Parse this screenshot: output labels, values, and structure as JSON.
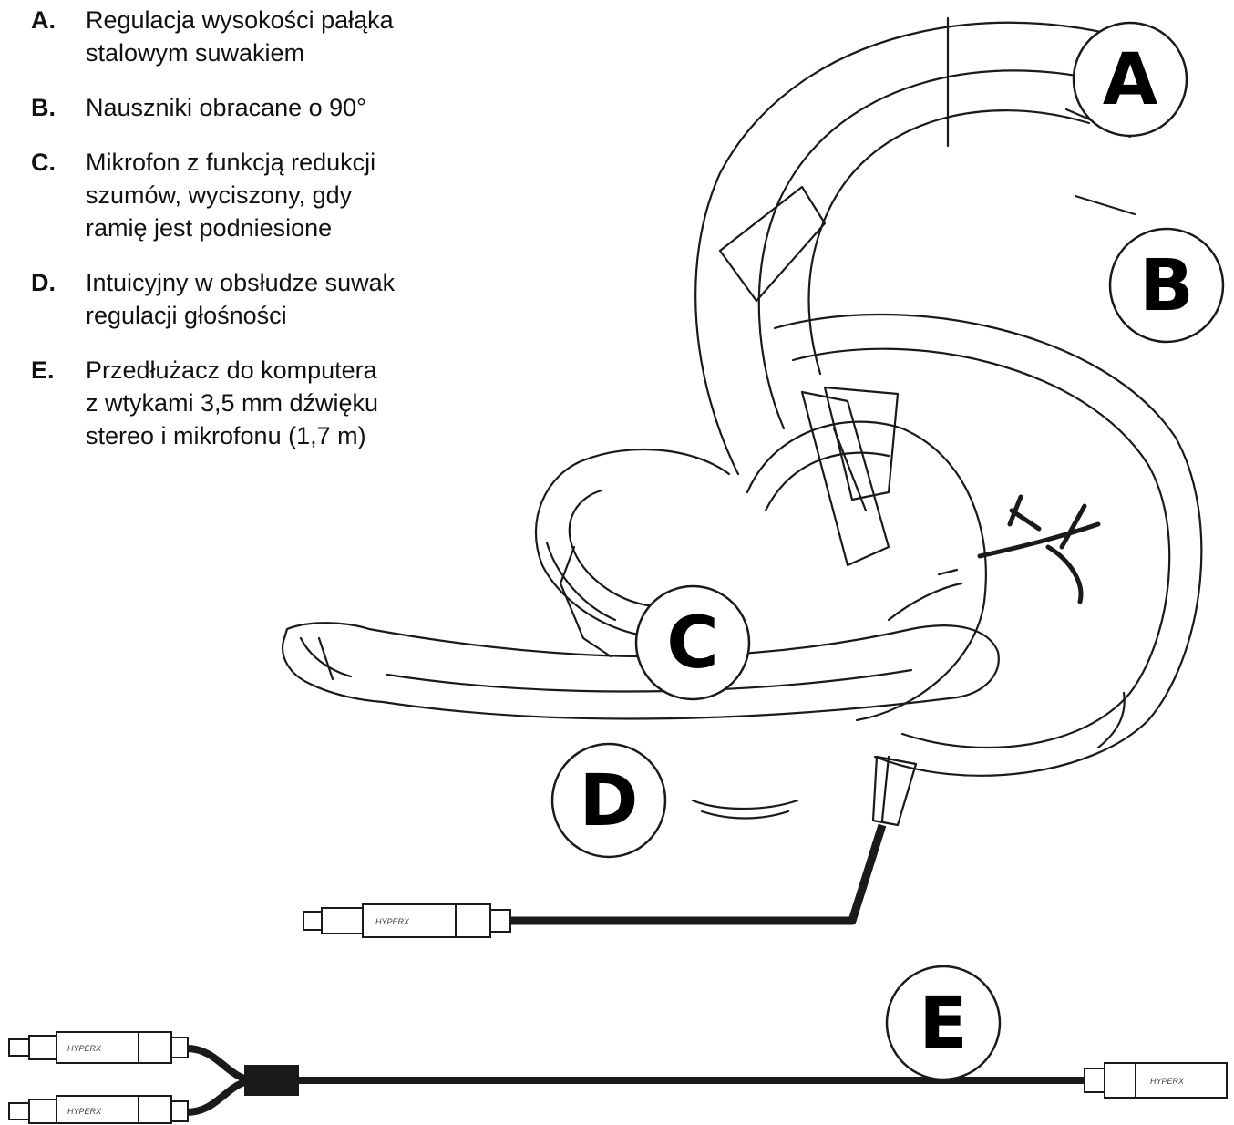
{
  "legend": [
    {
      "letter": "A.",
      "lines": [
        "Regulacja wysokości pałąka",
        "stalowym suwakiem"
      ]
    },
    {
      "letter": "B.",
      "lines": [
        "Nauszniki obracane o 90°"
      ]
    },
    {
      "letter": "C.",
      "lines": [
        "Mikrofon z funkcją redukcji",
        "szumów, wyciszony, gdy",
        "ramię jest podniesione"
      ]
    },
    {
      "letter": "D.",
      "lines": [
        "Intuicyjny w obsłudze suwak",
        "regulacji głośności"
      ]
    },
    {
      "letter": "E.",
      "lines": [
        "Przedłużacz do komputera",
        "z wtykami 3,5 mm dźwięku",
        "stereo i mikrofonu (1,7 m)"
      ]
    }
  ],
  "callouts": {
    "a": "A",
    "b": "B",
    "c": "C",
    "d": "D",
    "e": "E"
  },
  "plug_brand": "HYPERX",
  "colors": {
    "line": "#1a1a1a",
    "fill": "#ffffff",
    "text": "#111111"
  }
}
